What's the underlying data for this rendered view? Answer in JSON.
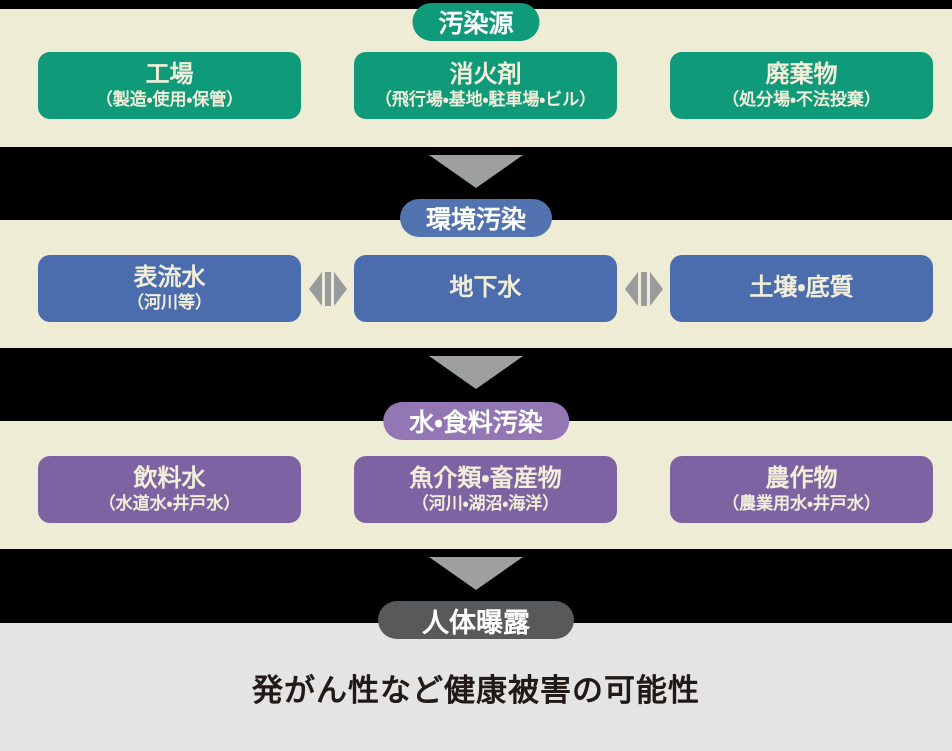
{
  "diagram": {
    "stages": [
      {
        "badge": "汚染源",
        "boxes": [
          {
            "title": "工場",
            "subtitle": "（製造・使用・保管）"
          },
          {
            "title": "消火剤",
            "subtitle": "（飛行場・基地・駐車場・ビル）"
          },
          {
            "title": "廃棄物",
            "subtitle": "（処分場・不法投棄）"
          }
        ]
      },
      {
        "badge": "環境汚染",
        "boxes": [
          {
            "title": "表流水",
            "subtitle": "（河川等）"
          },
          {
            "title": "地下水",
            "subtitle": ""
          },
          {
            "title": "土壌・底質",
            "subtitle": ""
          }
        ]
      },
      {
        "badge": "水・食料汚染",
        "boxes": [
          {
            "title": "飲料水",
            "subtitle": "（水道水・井戸水）"
          },
          {
            "title": "魚介類・畜産物",
            "subtitle": "（河川・湖沼・海洋）"
          },
          {
            "title": "農作物",
            "subtitle": "（農業用水・井戸水）"
          }
        ]
      },
      {
        "badge": "人体曝露",
        "boxes": []
      }
    ],
    "footer_text": "発がん性など健康被害の可能性",
    "colors": {
      "source_green": "#0f9a79",
      "environment_box_blue": "#4b6dae",
      "environment_badge_blue": "#5273b0",
      "food_box_purple": "#7e63a3",
      "food_badge_purple": "#9376b4",
      "exposure_gray": "#58595b",
      "background_beige": "#efecd5",
      "band_black": "#000000",
      "arrow_gray": "#9e9f9f",
      "footer_background": "#e4e4e4",
      "footer_text": "#221a16"
    }
  }
}
